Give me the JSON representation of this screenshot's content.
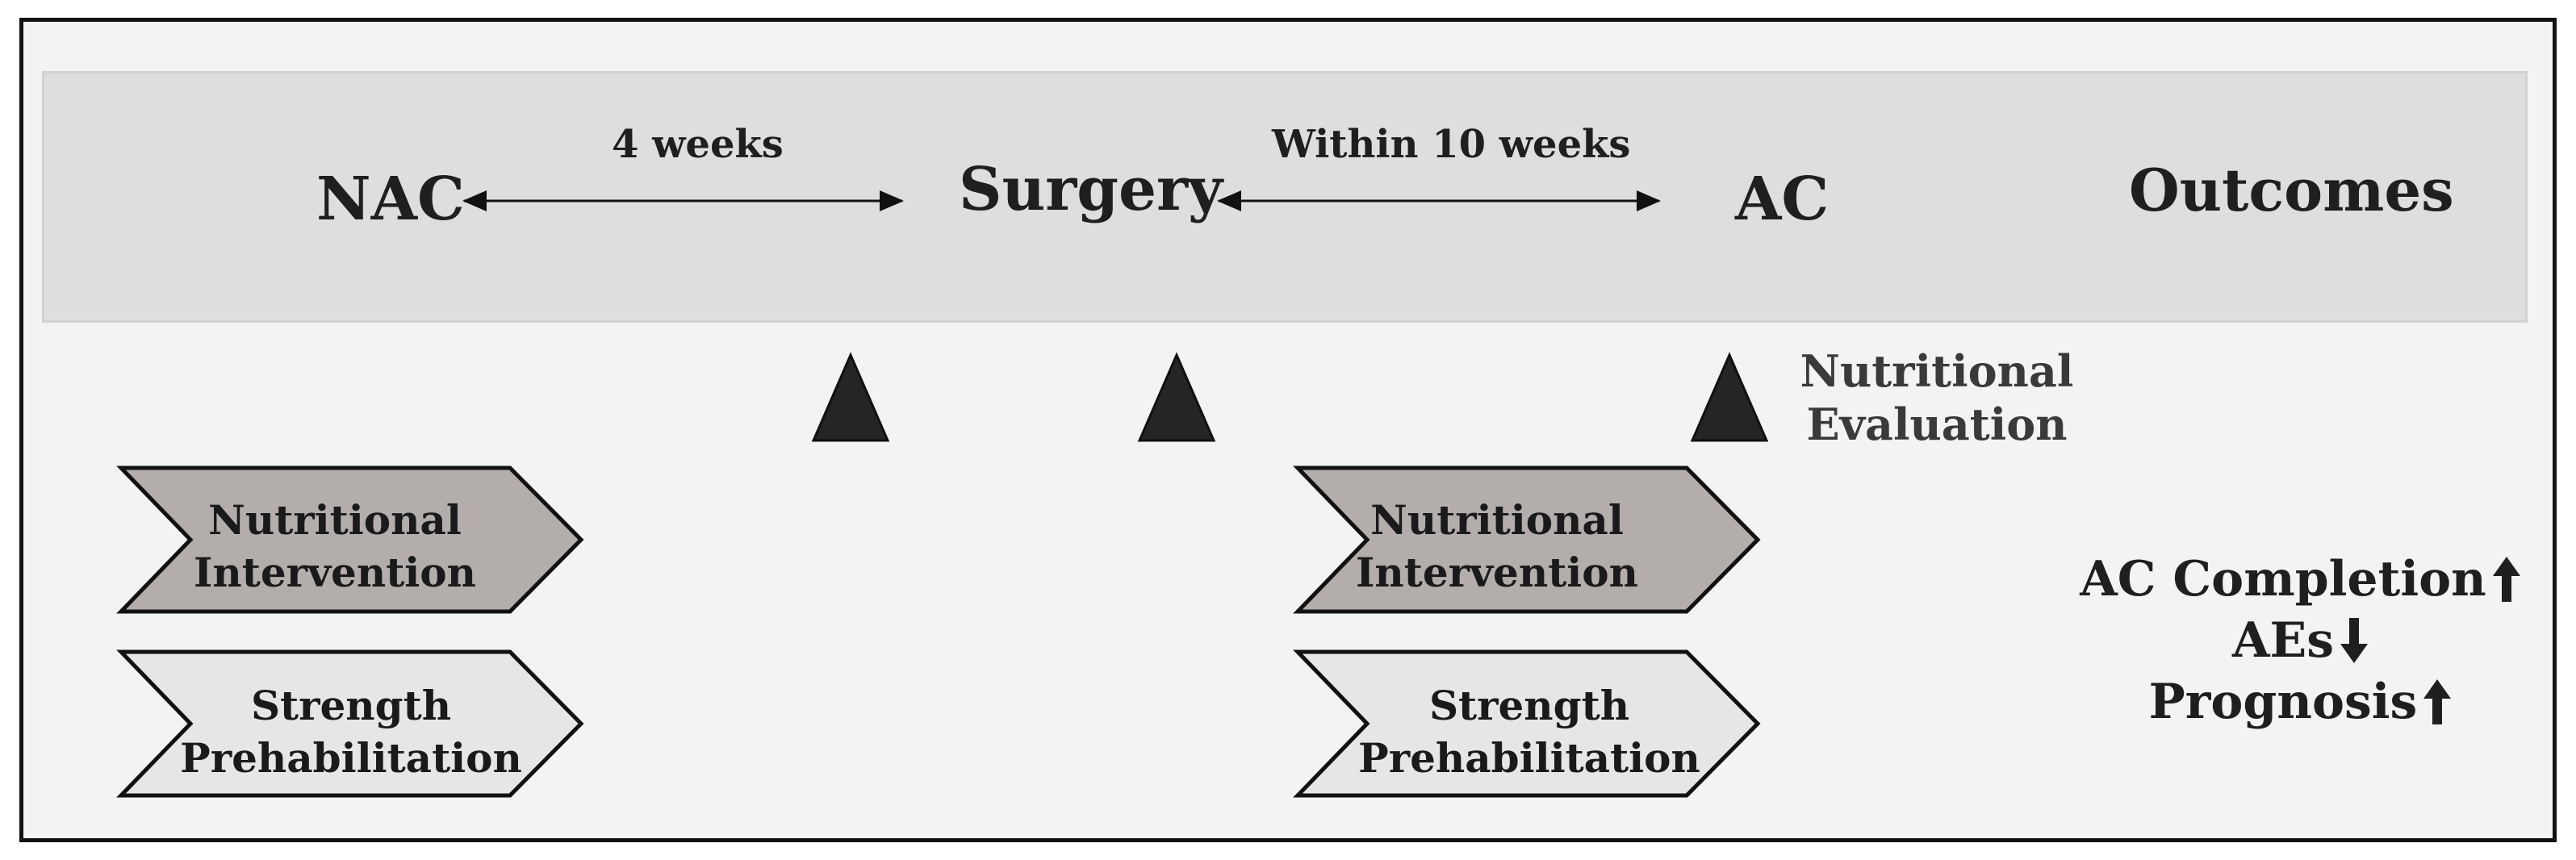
{
  "timeline": {
    "phases": {
      "nac": "NAC",
      "surgery": "Surgery",
      "ac": "AC",
      "outcomes": "Outcomes"
    },
    "durations": {
      "nac_to_surgery": "4 weeks",
      "surgery_to_ac": "Within 10 weeks"
    }
  },
  "evaluation": {
    "line1": "Nutritional",
    "line2": "Evaluation"
  },
  "interventions": {
    "nutritional": {
      "line1": "Nutritional",
      "line2": "Intervention"
    },
    "strength": {
      "line1": "Strength",
      "line2": "Prehabilitation"
    }
  },
  "outcomes": [
    {
      "label": "AC Completion",
      "direction": "up"
    },
    {
      "label": "AEs",
      "direction": "down"
    },
    {
      "label": "Prognosis",
      "direction": "up"
    }
  ],
  "colors": {
    "nutritional_chevron": "#b3adab",
    "strength_chevron": "#e6e6e6",
    "marker": "#252525",
    "band": "#dedede"
  }
}
